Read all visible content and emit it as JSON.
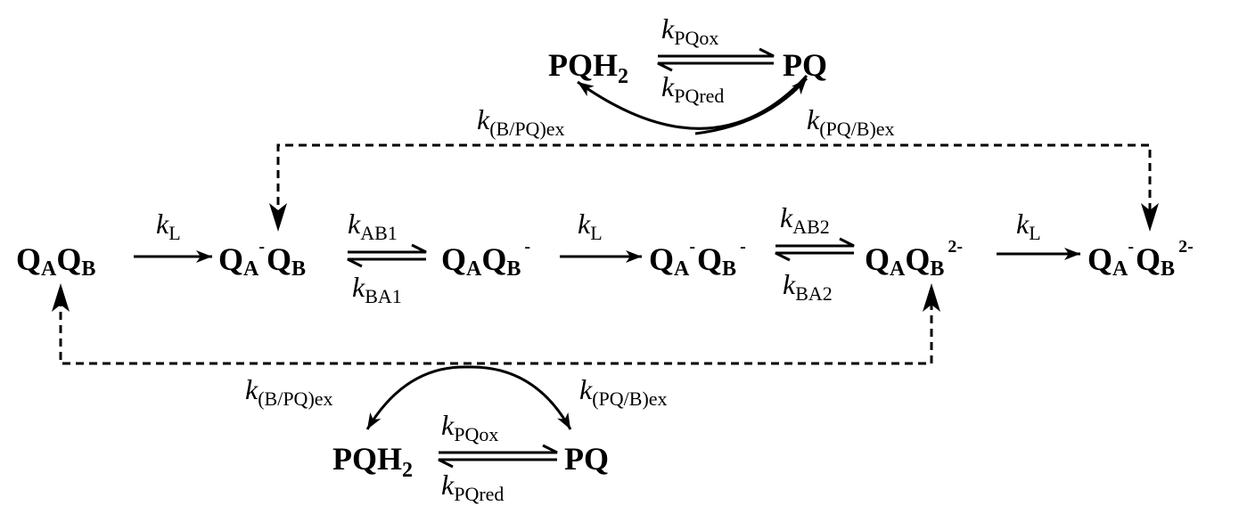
{
  "species": {
    "qa": "Q",
    "qa_sub": "A",
    "qb": "Q",
    "qb_sub": "B",
    "minus": "-",
    "two_minus": "2-",
    "pqh2": "PQH",
    "pqh2_sub": "2",
    "pq": "PQ"
  },
  "rates": {
    "k": "k",
    "light": "L",
    "ab1": "AB1",
    "ba1": "BA1",
    "ab2": "AB2",
    "ba2": "BA2",
    "pqox": "PQox",
    "pqred": "PQred",
    "b_pq_ex": "(B/PQ)ex",
    "pq_b_ex": "(PQ/B)ex"
  }
}
